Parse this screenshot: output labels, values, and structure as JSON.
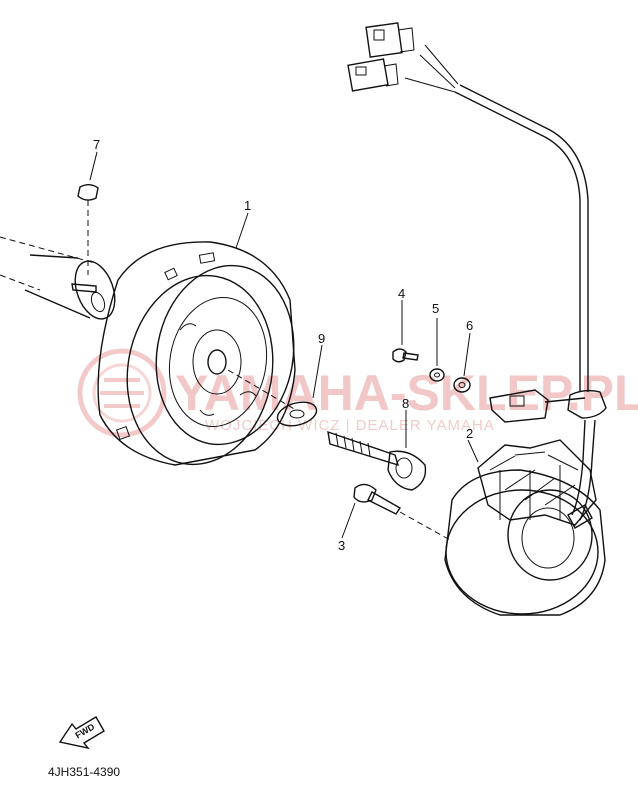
{
  "diagram": {
    "callouts": [
      "1",
      "2",
      "3",
      "4",
      "5",
      "6",
      "7",
      "8",
      "9"
    ],
    "drawing_code": "4JH351-4390",
    "fwd_label": "FWD",
    "watermark": {
      "main": "YAMAHA-SKLEP.PL",
      "sub": "WOJCIECH   WICZ | DEALER YAMAHA"
    }
  }
}
